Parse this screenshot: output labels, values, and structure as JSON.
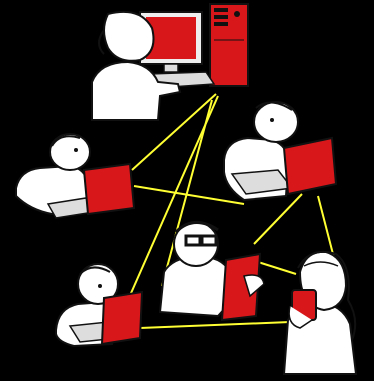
{
  "colors": {
    "background": "#000000",
    "link": "#ffff33",
    "device": "#d8171b",
    "figure": "#ffffff",
    "outline": "#111111",
    "hair": "#f4f4f4"
  },
  "nodes": [
    {
      "id": "desktop-user",
      "kind": "person",
      "device": "desktop-computer",
      "icon": "desktop-tower-icon"
    },
    {
      "id": "laptop-user-left",
      "kind": "person",
      "device": "laptop",
      "icon": "laptop-icon"
    },
    {
      "id": "laptop-user-right",
      "kind": "person",
      "device": "laptop",
      "icon": "laptop-icon"
    },
    {
      "id": "tablet-user",
      "kind": "person",
      "device": "tablet",
      "icon": "tablet-icon"
    },
    {
      "id": "laptop-user-bottom",
      "kind": "person",
      "device": "laptop",
      "icon": "laptop-icon"
    },
    {
      "id": "phone-user",
      "kind": "person",
      "device": "phone",
      "icon": "phone-icon"
    }
  ],
  "links": [
    [
      "desktop-user",
      "laptop-user-left"
    ],
    [
      "desktop-user",
      "tablet-user"
    ],
    [
      "desktop-user",
      "laptop-user-bottom"
    ],
    [
      "laptop-user-left",
      "laptop-user-right"
    ],
    [
      "laptop-user-right",
      "tablet-user"
    ],
    [
      "laptop-user-right",
      "phone-user"
    ],
    [
      "tablet-user",
      "phone-user"
    ],
    [
      "laptop-user-bottom",
      "phone-user"
    ]
  ]
}
